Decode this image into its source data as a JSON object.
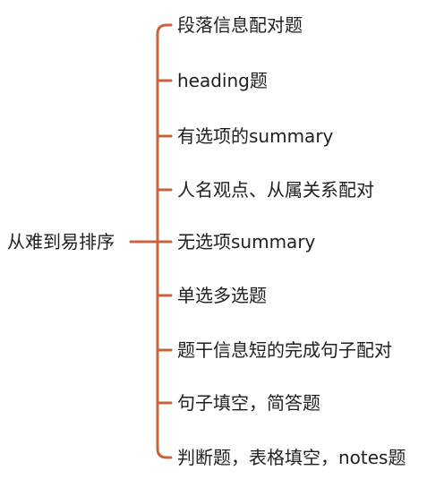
{
  "root": {
    "label": "从难到易排序"
  },
  "branches": [
    {
      "label": "段落信息配对题"
    },
    {
      "label": "heading题"
    },
    {
      "label": "有选项的summary"
    },
    {
      "label": "人名观点、从属关系配对"
    },
    {
      "label": "无选项summary"
    },
    {
      "label": "单选多选题"
    },
    {
      "label": "题干信息短的完成句子配对"
    },
    {
      "label": "句子填空，简答题"
    },
    {
      "label": "判断题，表格填空，notes题"
    }
  ],
  "colors": {
    "connector": "#c8643c",
    "text": "#1f1f1f",
    "background": "#ffffff"
  }
}
